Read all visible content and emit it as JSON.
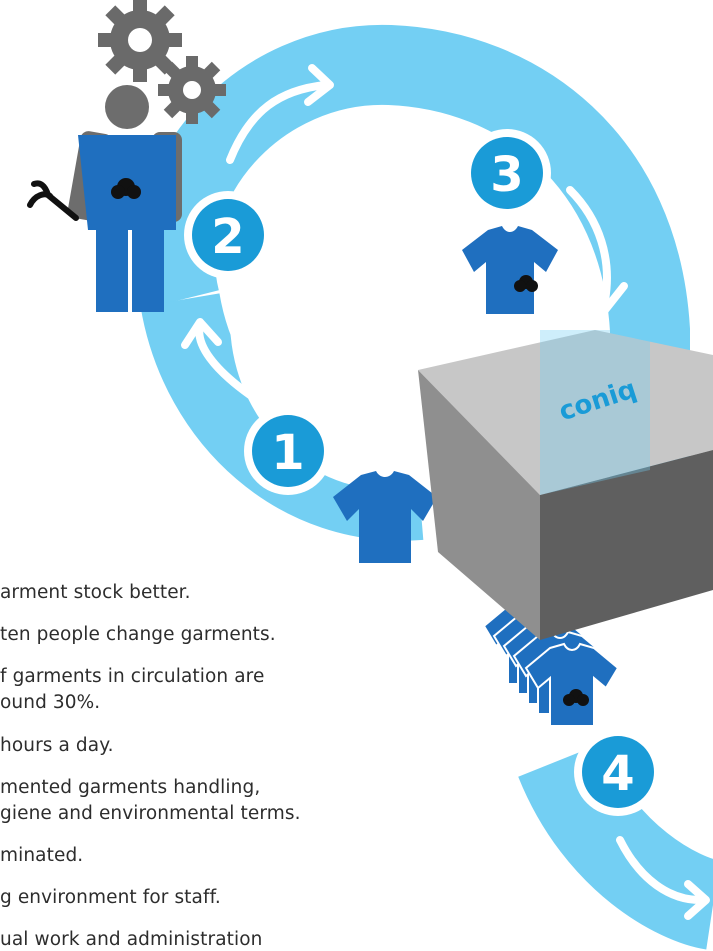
{
  "colors": {
    "loop": "#73cff3",
    "badge_fill": "#1a9bd7",
    "badge_ring": "#ffffff",
    "garment": "#1f6fbf",
    "person_skin": "#6d6d6d",
    "gear": "#6a6a6a",
    "box_top": "#c7c7c7",
    "box_left": "#8f8f8f",
    "box_right": "#5f5f5f",
    "text": "#2d2d2d"
  },
  "steps": [
    {
      "number": "1",
      "icon": "clean-tshirt-icon"
    },
    {
      "number": "2",
      "icon": "worker-with-wrench-icon"
    },
    {
      "number": "3",
      "icon": "dirty-tshirt-icon"
    },
    {
      "number": "4",
      "icon": "dirty-tshirt-stack-icon"
    }
  ],
  "box_label": "coniq",
  "bullets": [
    "arment stock better.",
    "ten people change garments.",
    "f garments in circulation are",
    "ound 30%.",
    "hours a day.",
    "mented garments handling,",
    "giene and environmental terms.",
    "minated.",
    "g environment for staff.",
    "ual work and administration"
  ]
}
